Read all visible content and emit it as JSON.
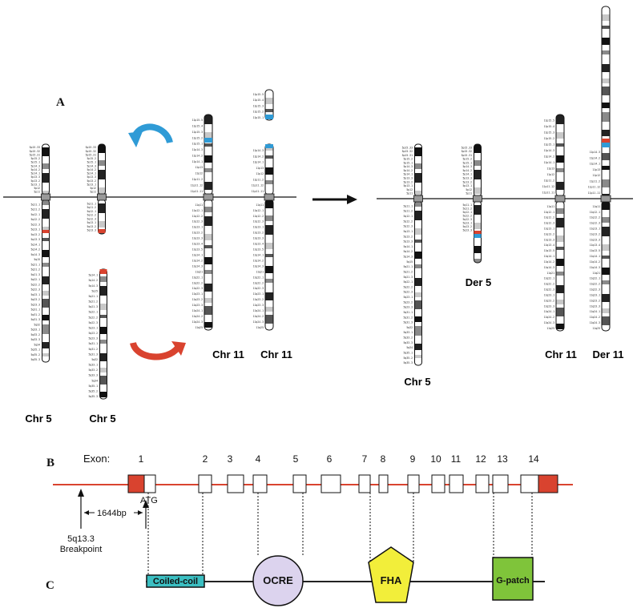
{
  "colors": {
    "chr5": "#d9432f",
    "chr11": "#2f9bd6",
    "gene_line": "#d9432f",
    "coiled_coil": "#3bbfc2",
    "ocre": "#dcd3ee",
    "fha": "#f2ee3a",
    "gpatch": "#7fc43a"
  },
  "panels": {
    "a": "A",
    "b": "B",
    "c": "C"
  },
  "chromosome_labels": [
    "Chr 5",
    "Chr 5",
    "Chr 11",
    "Chr 11",
    "Chr 5",
    "Der 5",
    "Chr 11",
    "Der 11"
  ],
  "exon_label": "Exon:",
  "exons": [
    "1",
    "2",
    "3",
    "4",
    "5",
    "6",
    "7",
    "8",
    "9",
    "10",
    "11",
    "12",
    "13",
    "14"
  ],
  "atg_label": "ATG",
  "distance_label": "1644bp",
  "breakpoint_lines": [
    "5q13.3",
    "Breakpoint"
  ],
  "domains": {
    "coiled_coil": "Coiled-coil",
    "ocre": "OCRE",
    "fha": "FHA",
    "gpatch": "G-patch"
  },
  "band_labels": {
    "chr5_p": [
      "5p15.33",
      "5p15.32",
      "5p15.31",
      "5p15.2",
      "5p15.1",
      "5p14.3",
      "5p14.2",
      "5p14.1",
      "5p13.3",
      "5p13.2",
      "5p13.1",
      "5p12",
      "5p11"
    ],
    "chr5_q": [
      "5q11.1",
      "5q11.2",
      "5q12.1",
      "5q12.2",
      "5q12.3",
      "5q13.1",
      "5q13.2",
      "5q13.3",
      "5q14.1",
      "5q14.2",
      "5q14.3",
      "5q15",
      "5q21.1",
      "5q21.2",
      "5q21.3",
      "5q22.1",
      "5q22.2",
      "5q22.3",
      "5q23.1",
      "5q23.2",
      "5q23.3",
      "5q31.1",
      "5q31.2",
      "5q31.3",
      "5q32",
      "5q33.1",
      "5q33.2",
      "5q33.3",
      "5q34",
      "5q35.1",
      "5q35.2",
      "5q35.3"
    ],
    "chr11_p": [
      "11p15.5",
      "11p15.4",
      "11p15.3",
      "11p15.2",
      "11p15.1",
      "11p14.3",
      "11p14.2",
      "11p14.1",
      "11p13",
      "11p12",
      "11p11.2",
      "11p11.12",
      "11p11.11"
    ],
    "chr11_q": [
      "11q11",
      "11q12.1",
      "11q12.2",
      "11q12.3",
      "11q13.1",
      "11q13.2",
      "11q13.3",
      "11q13.4",
      "11q13.5",
      "11q14.1",
      "11q14.2",
      "11q14.3",
      "11q21",
      "11q22.1",
      "11q22.2",
      "11q22.3",
      "11q23.1",
      "11q23.2",
      "11q23.3",
      "11q24.1",
      "11q24.2",
      "11q24.3",
      "11q25"
    ]
  }
}
